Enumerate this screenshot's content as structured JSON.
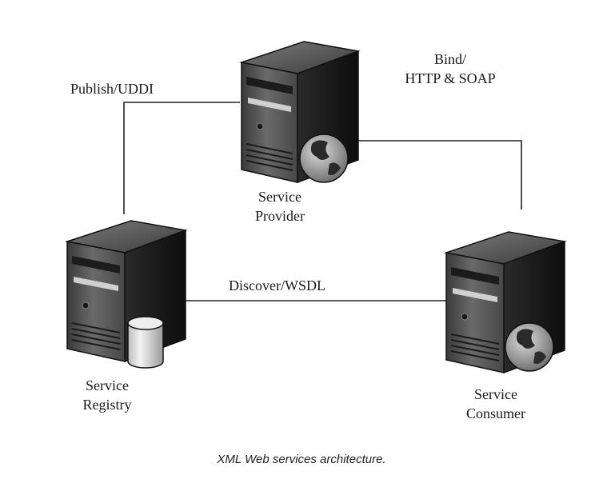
{
  "diagram": {
    "nodes": {
      "provider": {
        "line1": "Service",
        "line2": "Provider",
        "icon": "globe-icon"
      },
      "registry": {
        "line1": "Service",
        "line2": "Registry",
        "icon": "database-icon"
      },
      "consumer": {
        "line1": "Service",
        "line2": "Consumer",
        "icon": "globe-icon"
      }
    },
    "edges": {
      "publish": "Publish/UDDI",
      "bind_line1": "Bind/",
      "bind_line2": "HTTP & SOAP",
      "discover": "Discover/WSDL"
    },
    "caption": "XML Web services architecture."
  }
}
